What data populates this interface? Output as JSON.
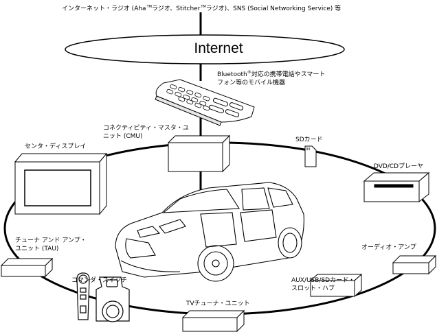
{
  "top_caption": {
    "part1": "インターネット・ラジオ (Aha",
    "tm1": "TM",
    "part2": "ラジオ、Stitcher",
    "tm2": "TM",
    "part3": "ラジオ)、SNS (Social Networking Service) 等"
  },
  "internet": "Internet",
  "phone": {
    "line1": "Bluetooth",
    "mark": "®",
    "line1b": "対応の携帯電話やスマート",
    "line2": "フォン等のモバイル機器"
  },
  "cmu": {
    "line1": "コネクティビティ・マスタ・ユ",
    "line2": "ニット (CMU)"
  },
  "sd_card": "SDカード",
  "center_display": "センタ・ディスプレイ",
  "dvd_player": "DVD/CDプレーヤ",
  "tau": {
    "line1": "チューナ アンド アンプ・",
    "line2": "ユニット (TAU)"
  },
  "audio_amp": "オーディオ・アンプ",
  "commander_switch": "コマンダ・スイッチ",
  "aux_usb": {
    "line1": "AUX/USB/SDカード・",
    "line2": "スロット・ハブ"
  },
  "tv_tuner": "TVチューナ・ユニット"
}
